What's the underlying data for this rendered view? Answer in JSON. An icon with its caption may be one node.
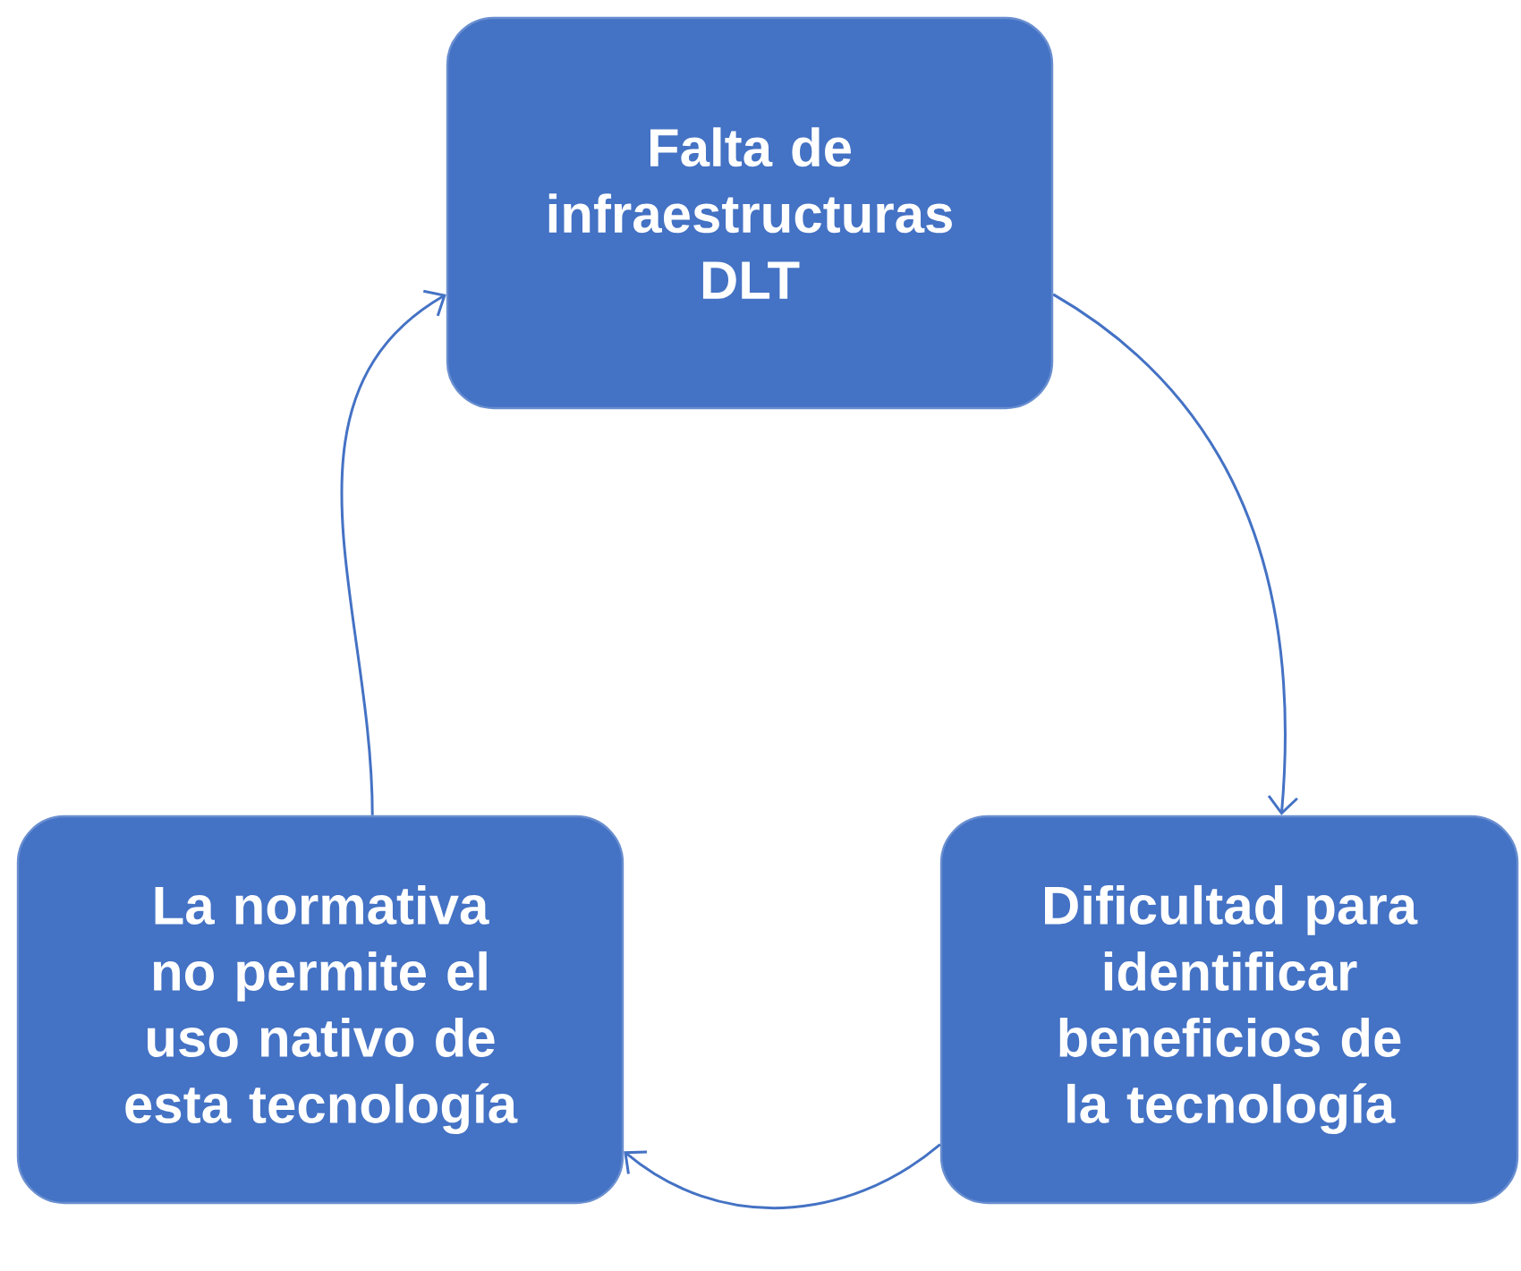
{
  "diagram": {
    "nodes": [
      {
        "text": [
          "Falta de infraestructuras DLT"
        ]
      },
      {
        "text": [
          "Dificultad para identificar beneficios de la tecnología"
        ]
      },
      {
        "text": [
          "La normativa no permite el uso nativo de esta tecnología"
        ]
      }
    ],
    "edges": [
      {
        "from": 0,
        "to": 1,
        "arrow": "to"
      },
      {
        "from": 1,
        "to": 2,
        "arrow": "to"
      },
      {
        "from": 2,
        "to": 0,
        "arrow": "to"
      }
    ]
  }
}
